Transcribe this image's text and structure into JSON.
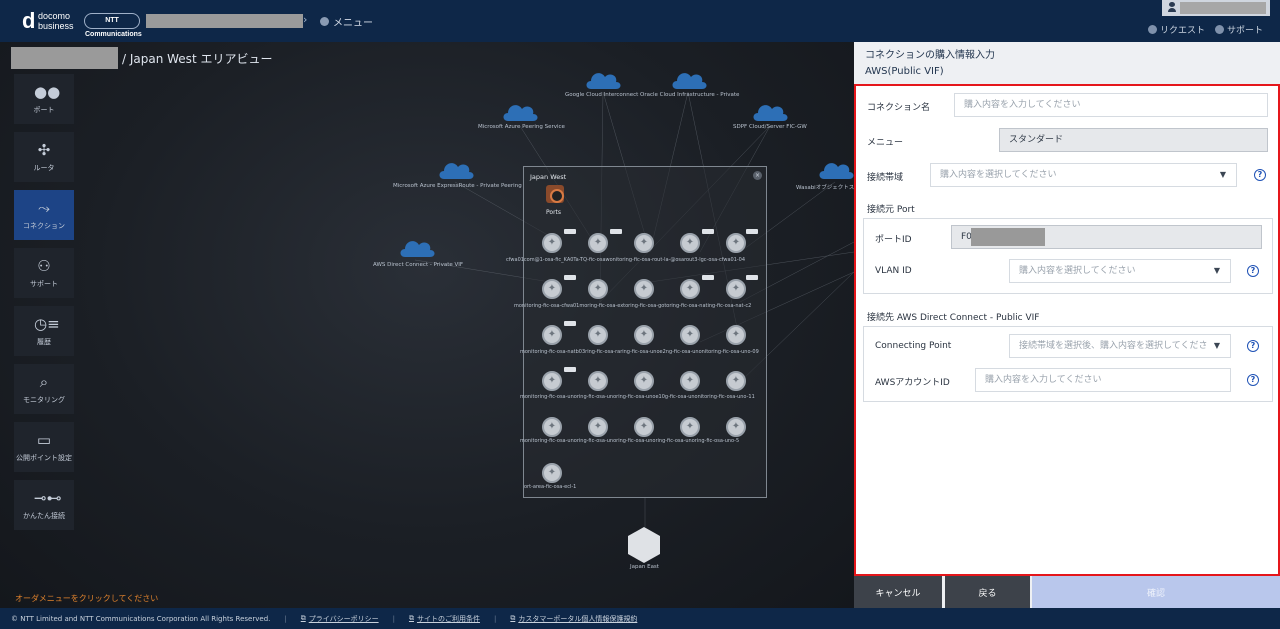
{
  "header": {
    "logo_mark": "d",
    "logo_line1": "docomo",
    "logo_line2": "business",
    "ntt_badge": "NTT Communications",
    "menu_label": "メニュー",
    "request_label": "リクエスト",
    "support_label": "サポート"
  },
  "map": {
    "area_title": "/ Japan West エリアビュー",
    "nav": [
      {
        "label": "ポート",
        "icon": "port-icon"
      },
      {
        "label": "ルータ",
        "icon": "router-icon"
      },
      {
        "label": "コネクション",
        "icon": "connection-icon"
      },
      {
        "label": "サポート",
        "icon": "support-icon"
      },
      {
        "label": "履歴",
        "icon": "history-icon"
      },
      {
        "label": "モニタリング",
        "icon": "monitoring-icon"
      },
      {
        "label": "公開ポイント設定",
        "icon": "public-point-icon"
      },
      {
        "label": "かんたん接続",
        "icon": "easy-connect-icon"
      }
    ],
    "clouds": [
      {
        "label": "Google Cloud Interconnect"
      },
      {
        "label": "Oracle Cloud Infrastructure - Private"
      },
      {
        "label": "Microsoft Azure Peering Service"
      },
      {
        "label": "SDPF Cloud/Server FIC-GW"
      },
      {
        "label": "Microsoft Azure ExpressRoute - Private Peering"
      },
      {
        "label": "Wasabiオブジェクトス"
      },
      {
        "label": "AWS Direct Connect - Private VIF"
      }
    ],
    "region_title": "Japan West",
    "ports_label": "Ports",
    "row_labels": [
      "cfwa01com@1-osa-fic_KA0Ta-TQ-fic-osawonitoring-fic-osa-rout-la-@osarout3-lgc-osa-cfwa01-04",
      "monitoring-fic-osa-cfwa01moring-fic-osa-extoring-fic-osa-gotoring-fic-osa-nating-fic-osa-nat-c2",
      "monitoring-fic-osa-natb03ring-fic-osa-raring-fic-osa-unoe2ng-fic-osa-unonitoring-fic-osa-uno-09",
      "monitoring-fic-osa-unoring-fic-osa-unoring-fic-osa-unoe10g-fic-osa-unonitoring-fic-osa-uno-11",
      "monitoring-fic-osa-unoring-fic-osa-unoring-fic-osa-unoring-fic-osa-unoring-fic-osa-uno-5",
      "ort-area-fic-osa-ecl-1"
    ],
    "east_label": "Japan East",
    "order_hint": "オーダメニューをクリックしてください"
  },
  "panel": {
    "title": "コネクションの購入情報入力",
    "subtitle": "AWS(Public VIF)",
    "connection_name": {
      "label": "コネクション名",
      "placeholder": "購入内容を入力してください"
    },
    "menu": {
      "label": "メニュー",
      "value": "スタンダード"
    },
    "bandwidth": {
      "label": "接続帯域",
      "placeholder": "購入内容を選択してください"
    },
    "source_section": "接続元 Port",
    "port_id": {
      "label": "ポートID",
      "value": "F01"
    },
    "vlan_id": {
      "label": "VLAN ID",
      "placeholder": "購入内容を選択してください"
    },
    "dest_section": "接続先 AWS Direct Connect - Public VIF",
    "connecting_point": {
      "label": "Connecting Point",
      "placeholder": "接続帯域を選択後、購入内容を選択してくださ"
    },
    "aws_account": {
      "label": "AWSアカウントID",
      "placeholder": "購入内容を入力してください"
    },
    "cancel_label": "キャンセル",
    "back_label": "戻る",
    "confirm_label": "確認"
  },
  "footer": {
    "copyright": "© NTT Limited and NTT Communications Corporation All Rights Reserved.",
    "links": [
      "プライバシーポリシー",
      "サイトのご利用条件",
      "カスタマーポータル個人情報保護規約"
    ]
  },
  "colors": {
    "header_bg": "#0e2748",
    "active_nav": "#1d4486",
    "highlight_border": "#e5161b",
    "help_icon": "#1f52b6",
    "hint_text": "#e0822d"
  }
}
